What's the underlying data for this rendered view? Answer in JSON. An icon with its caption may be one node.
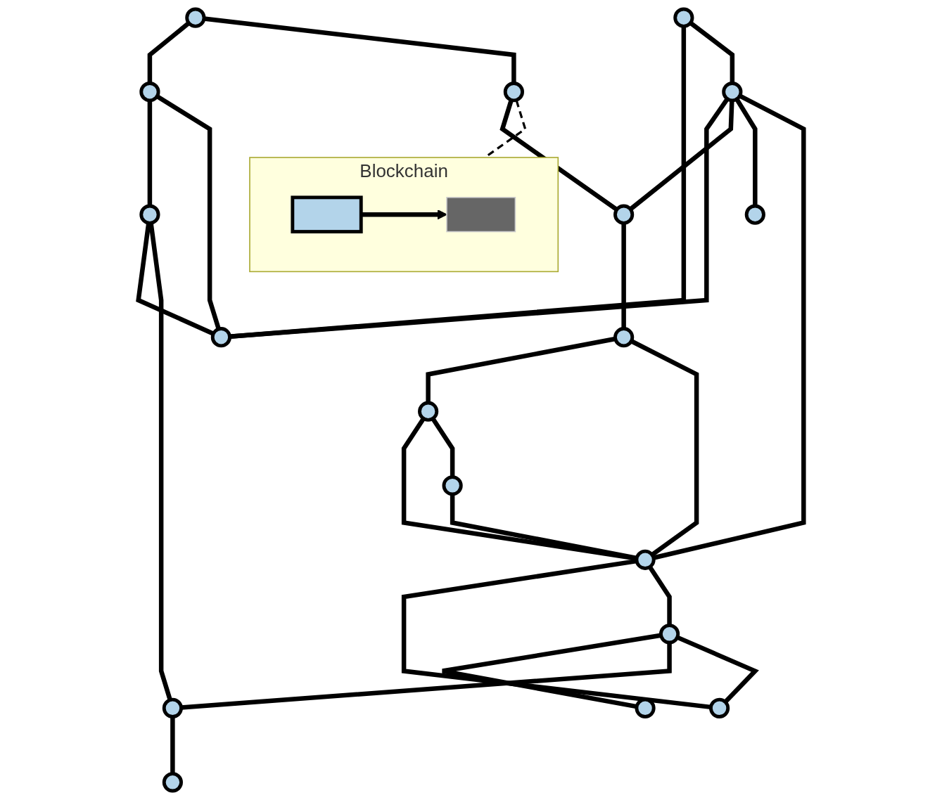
{
  "diagram": {
    "nodes": [
      {
        "text": [
          "Blockchain"
        ]
      },
      {
        "text": [],
        "shape": "box",
        "in": 0
      },
      {
        "text": [],
        "shape": "box",
        "in": 0
      },
      {
        "text": [],
        "shape": "circle"
      },
      {
        "text": [],
        "shape": "circle"
      },
      {
        "text": [],
        "shape": "circle"
      },
      {
        "text": [],
        "shape": "circle"
      },
      {
        "text": [],
        "shape": "circle"
      },
      {
        "text": [],
        "shape": "circle"
      },
      {
        "text": [],
        "shape": "circle"
      },
      {
        "text": [],
        "shape": "circle"
      },
      {
        "text": [],
        "shape": "circle"
      },
      {
        "text": [],
        "shape": "circle"
      },
      {
        "text": [],
        "shape": "circle"
      },
      {
        "text": [],
        "shape": "circle"
      },
      {
        "text": [],
        "shape": "circle"
      },
      {
        "text": [],
        "shape": "circle"
      },
      {
        "text": [],
        "shape": "circle"
      },
      {
        "text": [],
        "shape": "circle"
      },
      {
        "text": [],
        "shape": "circle"
      },
      {
        "text": [],
        "shape": "circle"
      }
    ],
    "edges": [
      {
        "from": 1,
        "to": 2,
        "arrow": "to"
      },
      {
        "from": 6,
        "to": 0,
        "arrow": "none",
        "style": "dashed"
      },
      {
        "from": 3,
        "to": 4,
        "arrow": "none"
      },
      {
        "from": 3,
        "to": 6,
        "arrow": "none"
      },
      {
        "from": 4,
        "to": 5,
        "arrow": "none"
      },
      {
        "from": 4,
        "to": 8,
        "arrow": "none"
      },
      {
        "from": 5,
        "to": 8,
        "arrow": "none"
      },
      {
        "from": 5,
        "to": 12,
        "arrow": "none"
      },
      {
        "from": 7,
        "to": 8,
        "arrow": "none"
      },
      {
        "from": 7,
        "to": 9,
        "arrow": "none"
      },
      {
        "from": 9,
        "to": 8,
        "arrow": "none"
      },
      {
        "from": 9,
        "to": 11,
        "arrow": "none"
      },
      {
        "from": 9,
        "to": 13,
        "arrow": "none"
      },
      {
        "from": 9,
        "to": 18,
        "arrow": "none"
      },
      {
        "from": 6,
        "to": 11,
        "arrow": "none"
      },
      {
        "from": 11,
        "to": 14,
        "arrow": "none"
      },
      {
        "from": 14,
        "to": 17,
        "arrow": "none"
      },
      {
        "from": 14,
        "to": 18,
        "arrow": "none"
      },
      {
        "from": 17,
        "to": 18,
        "arrow": "none"
      },
      {
        "from": 17,
        "to": 20,
        "arrow": "none"
      },
      {
        "from": 20,
        "to": 18,
        "arrow": "none"
      },
      {
        "from": 18,
        "to": 19,
        "arrow": "none"
      },
      {
        "from": 18,
        "to": 15,
        "arrow": "none"
      },
      {
        "from": 15,
        "to": 10,
        "arrow": "none"
      },
      {
        "from": 15,
        "to": 12,
        "arrow": "none"
      },
      {
        "from": 15,
        "to": 19,
        "arrow": "none"
      },
      {
        "from": 12,
        "to": 16,
        "arrow": "none"
      }
    ]
  }
}
